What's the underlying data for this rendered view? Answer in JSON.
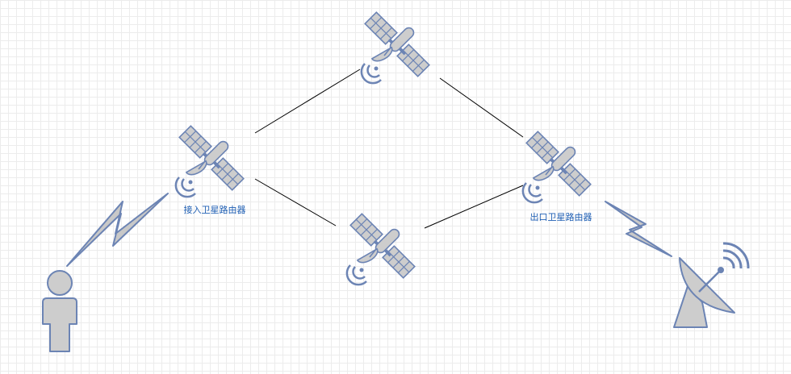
{
  "diagram": {
    "labels": {
      "access_router": "接入卫星路由器",
      "egress_router": "出口卫星路由器"
    },
    "colors": {
      "icon_fill": "#cdcdcd",
      "icon_stroke": "#6c84b4",
      "link_line": "#000000",
      "label_text": "#1f5fb4"
    },
    "nodes": [
      {
        "id": "user",
        "icon": "user-icon"
      },
      {
        "id": "access-satellite",
        "icon": "satellite-icon"
      },
      {
        "id": "top-satellite",
        "icon": "satellite-icon"
      },
      {
        "id": "bottom-satellite",
        "icon": "satellite-icon"
      },
      {
        "id": "egress-satellite",
        "icon": "satellite-icon"
      },
      {
        "id": "ground-station",
        "icon": "satellite-dish-icon"
      }
    ],
    "links": [
      {
        "from": "user",
        "to": "access-satellite",
        "kind": "wireless"
      },
      {
        "from": "access-satellite",
        "to": "top-satellite",
        "kind": "line"
      },
      {
        "from": "access-satellite",
        "to": "bottom-satellite",
        "kind": "line"
      },
      {
        "from": "top-satellite",
        "to": "egress-satellite",
        "kind": "line"
      },
      {
        "from": "bottom-satellite",
        "to": "egress-satellite",
        "kind": "line"
      },
      {
        "from": "egress-satellite",
        "to": "ground-station",
        "kind": "wireless"
      }
    ]
  }
}
